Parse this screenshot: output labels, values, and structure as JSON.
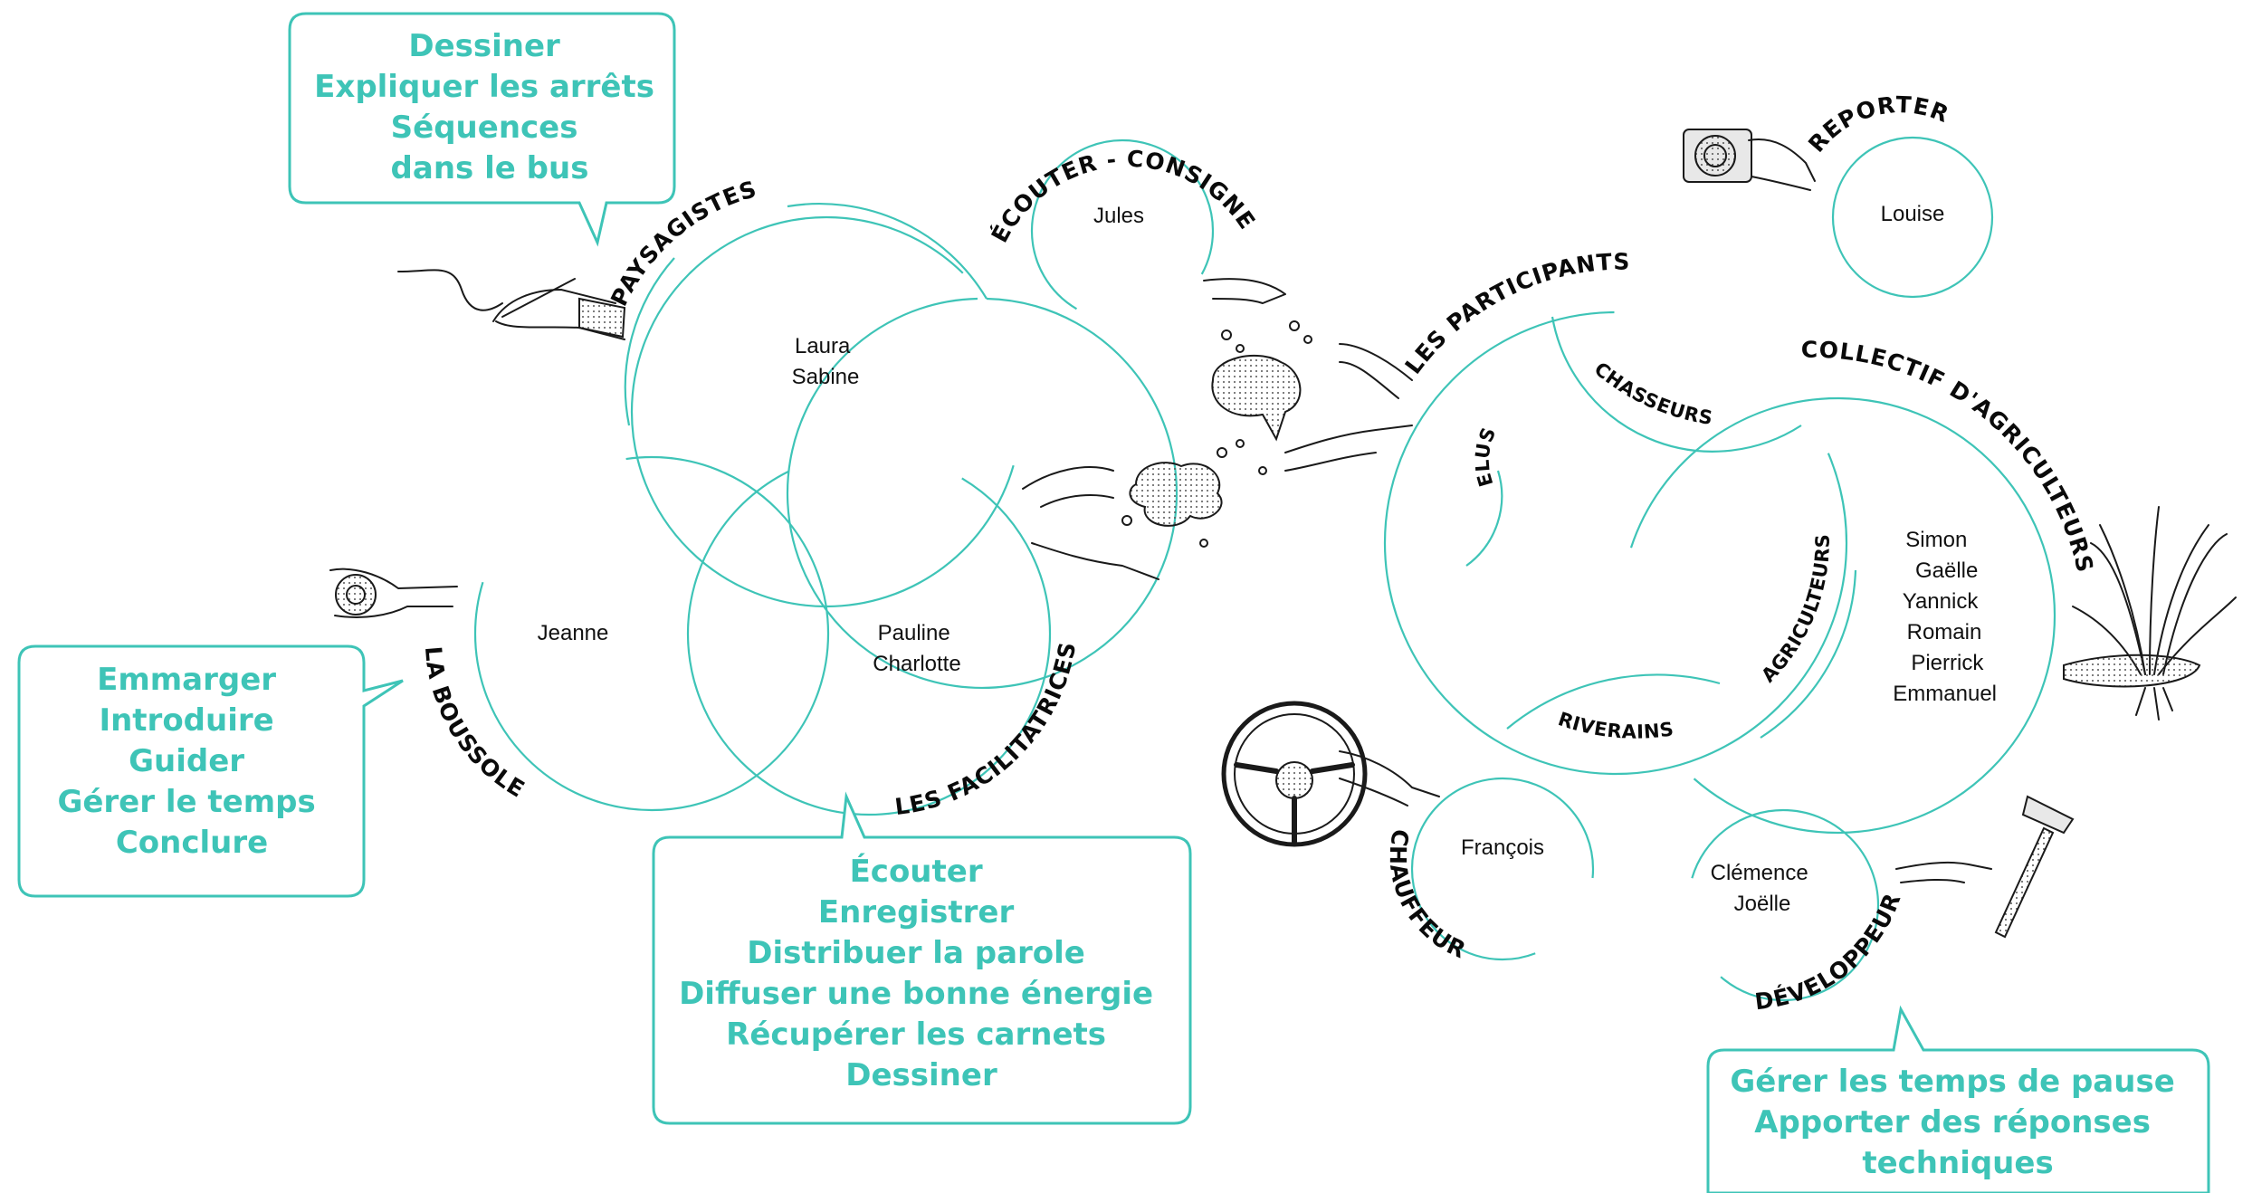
{
  "roles": {
    "paysagistes": "PAYSAGISTES",
    "ecouter": "ÉCOUTER - CONSIGNER",
    "reporter": "REPORTER",
    "participants": "LES PARTICIPANTS",
    "collectif": "COLLECTIF D'AGRICULTEURS",
    "boussole": "LA BOUSSOLE",
    "facilitatrices": "LES FACILITATRICES",
    "chauffeur": "CHAUFFEUR",
    "developpeur": "DÉVELOPPEUR",
    "chasseurs": "CHASSEURS",
    "elus": "ELUS",
    "riverains": "RIVERAINS",
    "agriculteurs": "AGRICULTEURS"
  },
  "people": {
    "paysagistes": [
      "Laura",
      "Sabine"
    ],
    "ecouter": [
      "Jules"
    ],
    "reporter": [
      "Louise"
    ],
    "boussole": [
      "Jeanne"
    ],
    "facilitatrices": [
      "Pauline",
      "Charlotte"
    ],
    "chauffeur": [
      "François"
    ],
    "developpeur": [
      "Clémence",
      "Joëlle"
    ],
    "collectif": [
      "Simon",
      "Gaëlle",
      "Yannick",
      "Romain",
      "Pierrick",
      "Emmanuel"
    ]
  },
  "bubbles": {
    "paysagistes": [
      "Dessiner",
      "Expliquer les arrêts",
      "Séquences",
      "dans le bus"
    ],
    "boussole": [
      "Emmarger",
      "Introduire",
      "Guider",
      "Gérer le temps",
      "Conclure"
    ],
    "facilitatrices": [
      "Écouter",
      "Enregistrer",
      "Distribuer la parole",
      "Diffuser une bonne énergie",
      "Récupérer les carnets",
      "Dessiner"
    ],
    "developpeur": [
      "Gérer les temps de pause",
      "Apporter des réponses",
      "techniques"
    ]
  },
  "icons": [
    "pencil-hand-icon",
    "compass-hand-icon",
    "speech-bubbles-icon",
    "camera-icon",
    "plant-icon",
    "steering-wheel-icon",
    "hammer-icon"
  ],
  "colors": {
    "accent": "#3ec4b7",
    "ink": "#0a0a0a"
  }
}
